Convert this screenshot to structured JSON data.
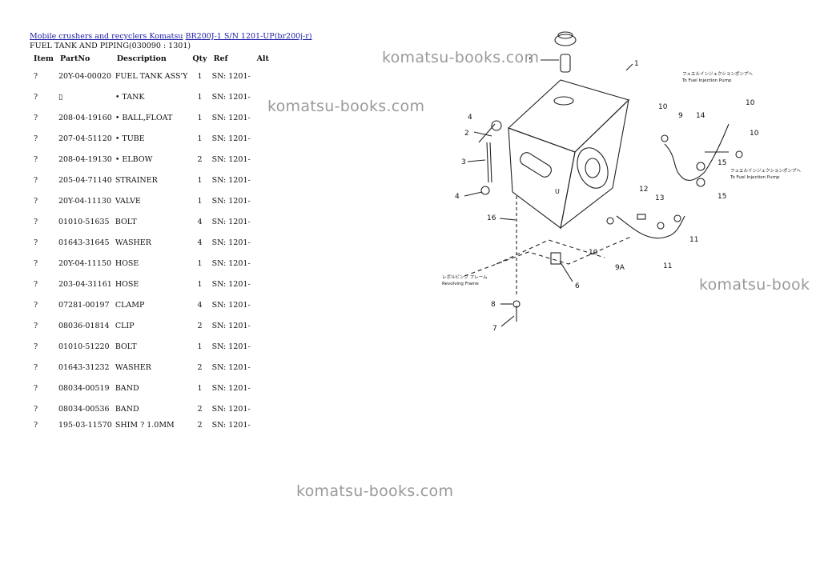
{
  "breadcrumb": {
    "link1": "Mobile crushers and recyclers Komatsu",
    "link2": "BR200J-1 S/N 1201-UP(br200j-r)"
  },
  "section_title": "FUEL TANK AND PIPING(030090 : 1301)",
  "table": {
    "headers": [
      "Item",
      "PartNo",
      "Description",
      "Qty",
      "Ref",
      "Alt"
    ],
    "rows": [
      {
        "item": "?",
        "part": "20Y-04-00020",
        "desc": "FUEL TANK ASS'Y",
        "qty": "1",
        "ref": "SN: 1201-",
        "alt": ""
      },
      {
        "item": "?",
        "part": "▯",
        "desc": "• TANK",
        "qty": "1",
        "ref": "SN: 1201-",
        "alt": ""
      },
      {
        "item": "?",
        "part": "208-04-19160",
        "desc": "• BALL,FLOAT",
        "qty": "1",
        "ref": "SN: 1201-",
        "alt": ""
      },
      {
        "item": "?",
        "part": "207-04-51120",
        "desc": "• TUBE",
        "qty": "1",
        "ref": "SN: 1201-",
        "alt": ""
      },
      {
        "item": "?",
        "part": "208-04-19130",
        "desc": "• ELBOW",
        "qty": "2",
        "ref": "SN: 1201-",
        "alt": ""
      },
      {
        "item": "?",
        "part": "205-04-71140",
        "desc": "STRAINER",
        "qty": "1",
        "ref": "SN: 1201-",
        "alt": ""
      },
      {
        "item": "?",
        "part": "20Y-04-11130",
        "desc": "VALVE",
        "qty": "1",
        "ref": "SN: 1201-",
        "alt": ""
      },
      {
        "item": "?",
        "part": "01010-51635",
        "desc": "BOLT",
        "qty": "4",
        "ref": "SN: 1201-",
        "alt": ""
      },
      {
        "item": "?",
        "part": "01643-31645",
        "desc": "WASHER",
        "qty": "4",
        "ref": "SN: 1201-",
        "alt": ""
      },
      {
        "item": "?",
        "part": "20Y-04-11150",
        "desc": "HOSE",
        "qty": "1",
        "ref": "SN: 1201-",
        "alt": ""
      },
      {
        "item": "?",
        "part": "203-04-31161",
        "desc": "HOSE",
        "qty": "1",
        "ref": "SN: 1201-",
        "alt": ""
      },
      {
        "item": "?",
        "part": "07281-00197",
        "desc": "CLAMP",
        "qty": "4",
        "ref": "SN: 1201-",
        "alt": ""
      },
      {
        "item": "?",
        "part": "08036-01814",
        "desc": "CLIP",
        "qty": "2",
        "ref": "SN: 1201-",
        "alt": ""
      },
      {
        "item": "?",
        "part": "01010-51220",
        "desc": "BOLT",
        "qty": "1",
        "ref": "SN: 1201-",
        "alt": ""
      },
      {
        "item": "?",
        "part": "01643-31232",
        "desc": "WASHER",
        "qty": "2",
        "ref": "SN: 1201-",
        "alt": ""
      },
      {
        "item": "?",
        "part": "08034-00519",
        "desc": "BAND",
        "qty": "1",
        "ref": "SN: 1201-",
        "alt": ""
      },
      {
        "item": "?",
        "part": "08034-00536",
        "desc": "BAND",
        "qty": "2",
        "ref": "SN: 1201-",
        "alt": ""
      },
      {
        "item": "?",
        "part": "195-03-11570",
        "desc": "SHIM ? 1.0MM",
        "qty": "2",
        "ref": "SN: 1201-",
        "alt": ""
      }
    ]
  },
  "watermarks": [
    "komatsu-books.com",
    "komatsu-books.com",
    "komatsu-book",
    "komatsu-books.com"
  ],
  "diagram": {
    "callouts": [
      "1",
      "2",
      "3",
      "4",
      "4",
      "5",
      "6",
      "7",
      "8",
      "9",
      "9A",
      "10",
      "10",
      "10",
      "10",
      "11",
      "11",
      "12",
      "13",
      "14",
      "15",
      "15",
      "16"
    ],
    "label_injection_jp": "フェエルインジェクションポンプへ",
    "label_injection_1": "To Fuel Injection Pump",
    "label_injection_2": "To Fuel Injection Pump",
    "label_frame_jp": "レボルビング フレーム",
    "label_frame_en": "Revolving Frame",
    "label_u": "U"
  }
}
